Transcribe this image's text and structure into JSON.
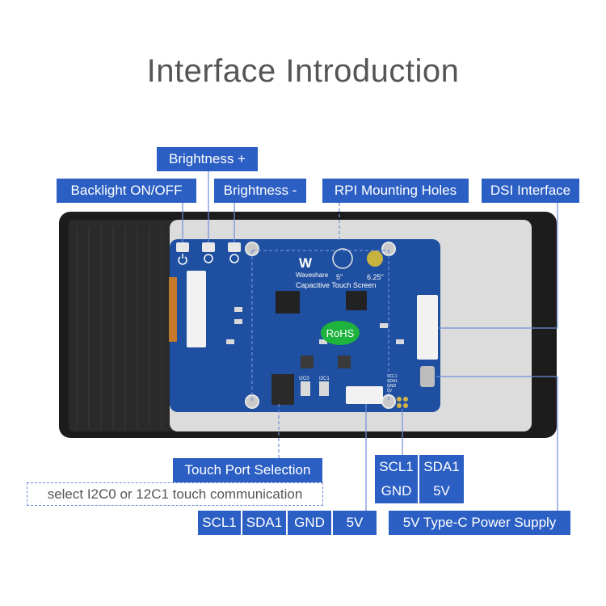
{
  "title": "Interface Introduction",
  "labels": {
    "brightness_plus": "Brightness +",
    "backlight": "Backlight ON/OFF",
    "brightness_minus": "Brightness -",
    "mounting_holes": "RPI Mounting Holes",
    "dsi": "DSI Interface",
    "touch_port": "Touch Port Selection",
    "touch_note": "select I2C0 or 12C1 touch communication",
    "power": "5V Type-C Power Supply"
  },
  "pins_right": [
    "SCL1",
    "SDA1",
    "GND",
    "5V"
  ],
  "pins_bottom": [
    "SCL1",
    "SDA1",
    "GND",
    "5V"
  ],
  "board": {
    "brand": "Waveshare",
    "size_a": "5\"",
    "size_b": "6.25\"",
    "subtitle": "Capacitive Touch Screen",
    "rohs": "RoHS",
    "i2c0": "I2C0",
    "i2c1": "I2C1",
    "pin_silk": [
      "SCL1",
      "SDA1",
      "GND",
      "5V"
    ]
  },
  "colors": {
    "label": "#2c5fc4",
    "pcb": "#1f4fa0",
    "frame": "#1c1c1c",
    "glass": "#dcdcdc",
    "line": "#2c5fc4"
  },
  "icons": [
    "power-icon",
    "brightness-up-icon",
    "brightness-down-icon",
    "waveshare-logo-icon"
  ]
}
